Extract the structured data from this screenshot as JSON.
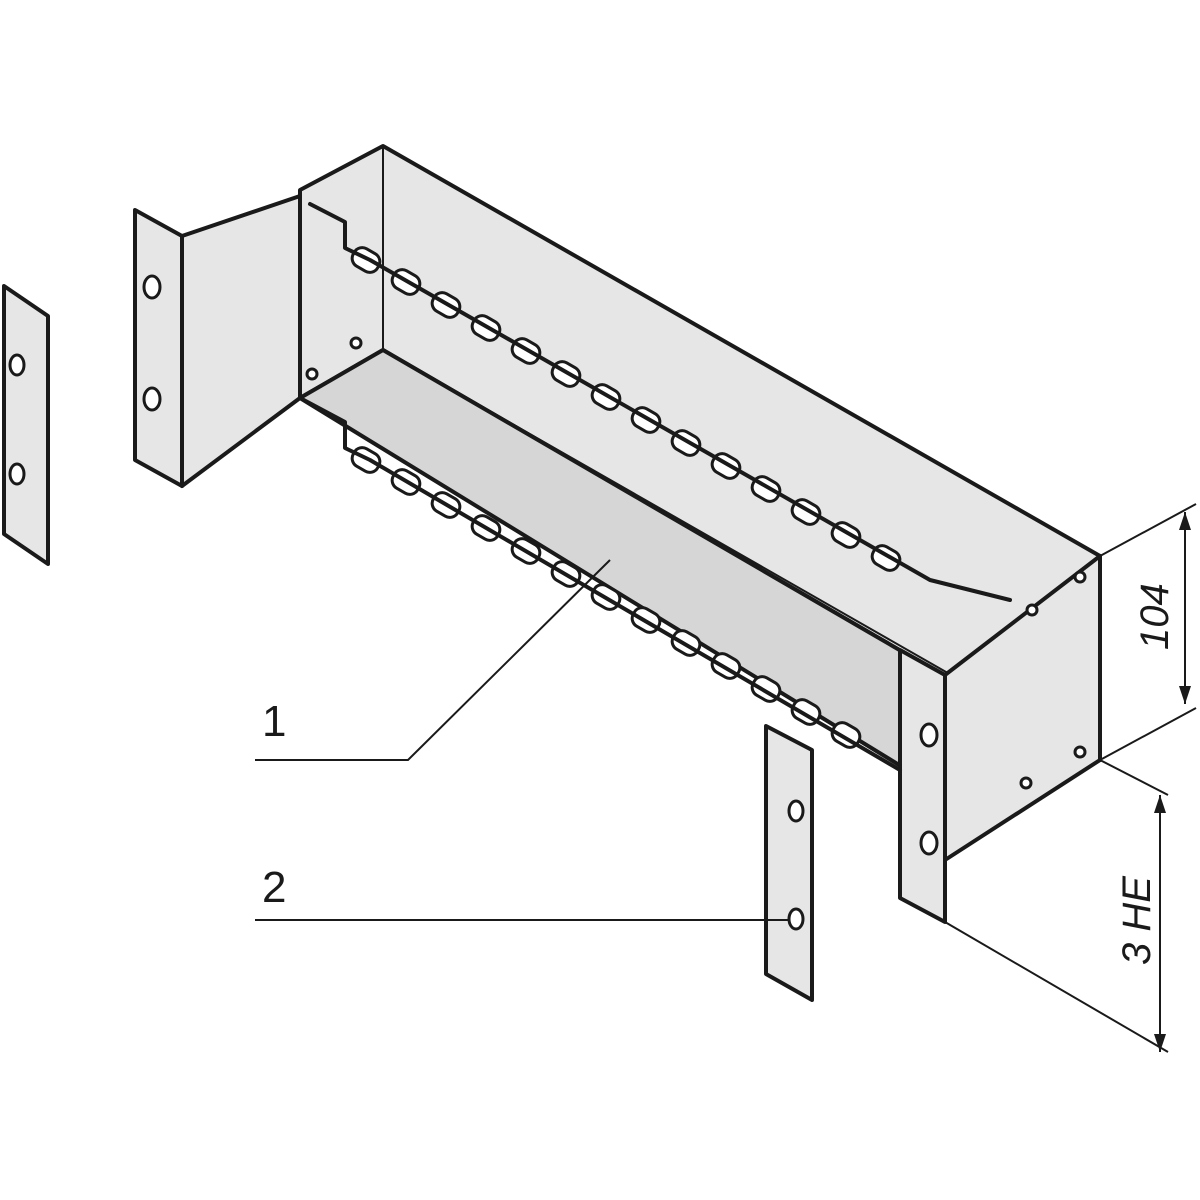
{
  "callouts": [
    {
      "id": "1",
      "text": "1"
    },
    {
      "id": "2",
      "text": "2"
    }
  ],
  "dimensions": {
    "depth": "104",
    "height": "3 HE"
  },
  "colors": {
    "line": "#1a1a1a",
    "metal": "#e6e6e6",
    "metal_shade": "#d6d6d6",
    "background": "#ffffff"
  }
}
